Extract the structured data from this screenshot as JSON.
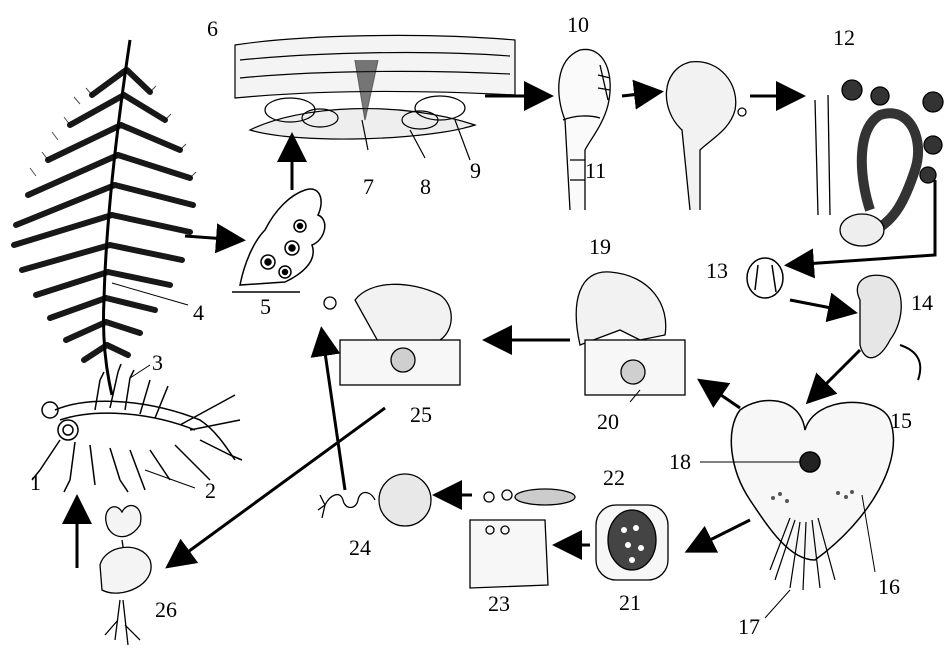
{
  "labels": {
    "n1": "1",
    "n2": "2",
    "n3": "3",
    "n4": "4",
    "n5": "5",
    "n6": "6",
    "n7": "7",
    "n8": "8",
    "n9": "9",
    "n10": "10",
    "n11": "11",
    "n12": "12",
    "n13": "13",
    "n14": "14",
    "n15": "15",
    "n16": "16",
    "n17": "17",
    "n18": "18",
    "n19": "19",
    "n20": "20",
    "n21": "21",
    "n22": "22",
    "n23": "23",
    "n24": "24",
    "n25": "25",
    "n26": "26"
  },
  "colors": {
    "ink": "#000000",
    "paper": "#ffffff",
    "tint": "#d9d9d9"
  }
}
